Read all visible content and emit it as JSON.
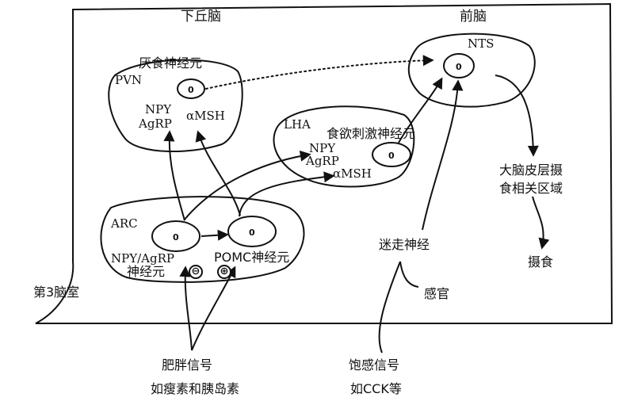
{
  "regions": {
    "hypothalamus": "下丘脑",
    "forebrain": "前脑",
    "third_ventricle": "第3脑室"
  },
  "nodes": {
    "pvn": {
      "area": "PVN",
      "title": "厌食神经元",
      "peptides": [
        "NPY",
        "AgRP",
        "αMSH"
      ]
    },
    "lha": {
      "area": "LHA",
      "title": "食欲刺激神经元",
      "peptides": [
        "NPY",
        "AgRP",
        "αMSH"
      ]
    },
    "nts": {
      "area": "NTS"
    },
    "arc": {
      "area": "ARC",
      "npy_neuron_line1": "NPY/AgRP",
      "npy_neuron_line2": "神经元",
      "pomc_neuron": "POMC神经元",
      "inhibit_symbol": "⊖",
      "excite_symbol": "⊕"
    },
    "nucleus_mark": "0"
  },
  "inputs": {
    "vagus": "迷走神经",
    "sensory": "感官",
    "obesity_line1": "肥胖信号",
    "obesity_line2": "如瘦素和胰岛素",
    "satiety_line1": "饱感信号",
    "satiety_line2": "如CCK等"
  },
  "outputs": {
    "cortex_line1": "大脑皮层摄",
    "cortex_line2": "食相关区域",
    "feeding": "摄食"
  }
}
